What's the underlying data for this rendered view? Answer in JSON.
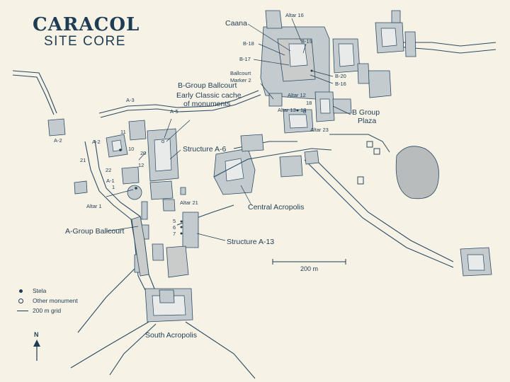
{
  "header": {
    "title": "CARACOL",
    "subtitle": "SITE CORE"
  },
  "labels": {
    "caana": "Caana",
    "altar16": "Altar 16",
    "b18": "B-18",
    "b19": "B-19",
    "b17": "B-17",
    "b20": "B-20",
    "b16": "B-16",
    "ballcourt_marker_1": "Ballcourt",
    "ballcourt_marker_2": "Marker 2",
    "altar12": "Altar 12",
    "altar13": "Altar 13",
    "n18a": "18",
    "n18b": "18",
    "altar23": "Altar 23",
    "bgroup_plaza_1": "B Group",
    "bgroup_plaza_2": "Plaza",
    "bgroup_ballcourt": "B-Group Ballcourt",
    "early_cache_1": "Early Classic cache",
    "early_cache_2": "of monuments",
    "a3": "A-3",
    "a5": "A-5",
    "a2_top": "A-2",
    "a2_left": "A-2",
    "n11": "11",
    "n10": "10",
    "n20": "20",
    "n21": "21",
    "n22": "22",
    "n12": "12",
    "a1": "A-1",
    "n1": "1",
    "altar1": "Altar 1",
    "structure_a6": "Structure A-6",
    "altar21": "Altar 21",
    "agroup_ballcourt": "A-Group Ballcourt",
    "n5": "5",
    "n6": "6",
    "n7": "7",
    "structure_a13": "Structure A-13",
    "central_acropolis": "Central Acropolis",
    "scale": "200 m",
    "south_acropolis": "South Acropolis",
    "north": "N"
  },
  "legend": {
    "stela": "Stela",
    "other_monument": "Other monument",
    "grid": "200 m grid"
  },
  "colors": {
    "ink": "#1e3c54",
    "background": "#f7f2e6",
    "structure": "#c4cbcf",
    "plaza": "#c9cccb"
  }
}
